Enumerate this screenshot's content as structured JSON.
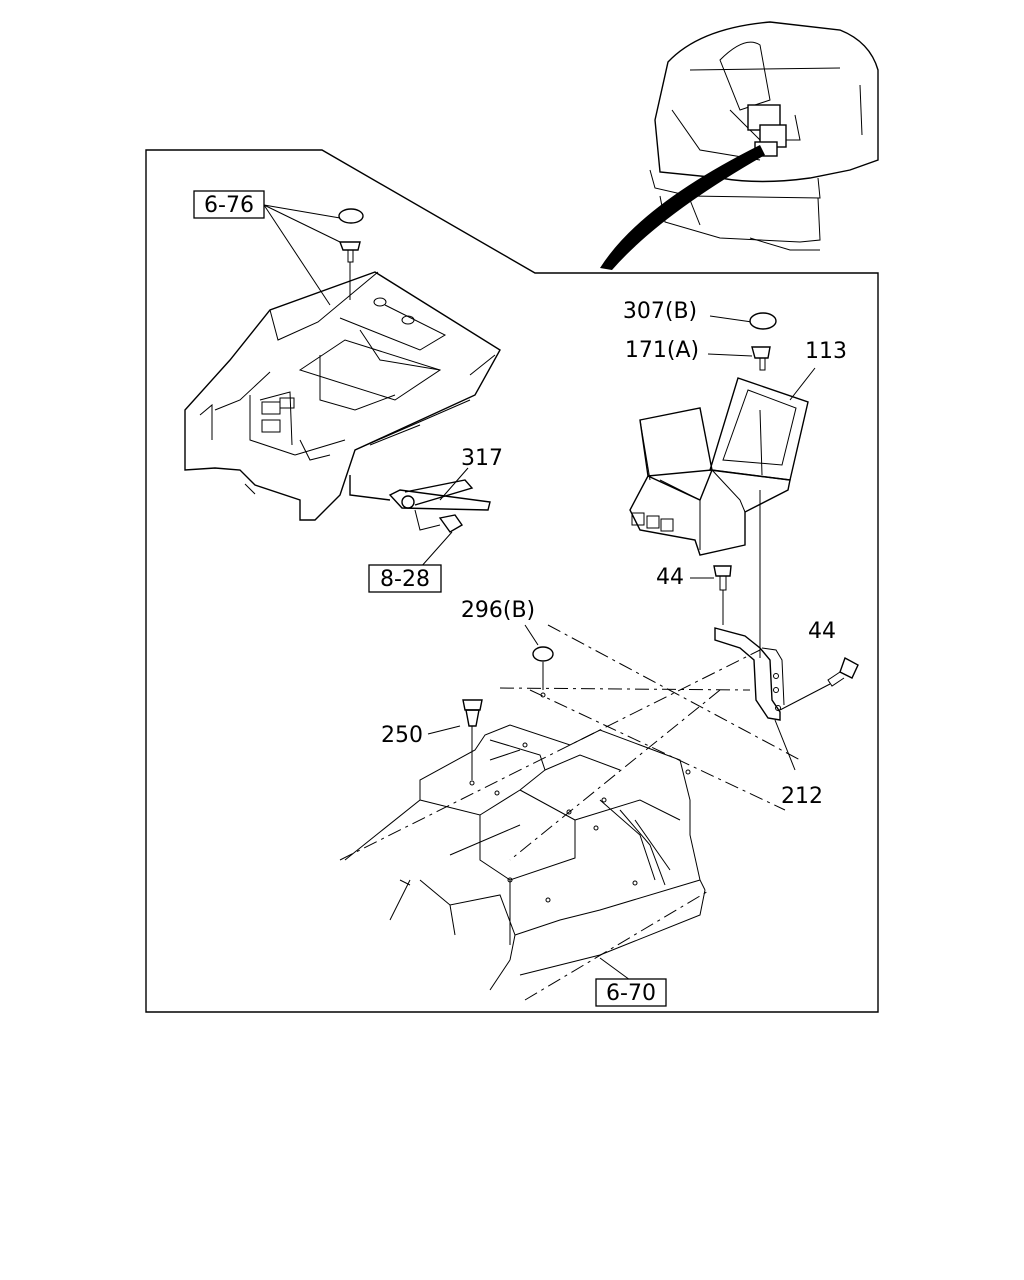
{
  "labels": {
    "ref_6_76": "6-76",
    "ref_8_28": "8-28",
    "ref_6_70": "6-70",
    "p307": "307(B)",
    "p171": "171(A)",
    "p113": "113",
    "p317": "317",
    "p44a": "44",
    "p44b": "44",
    "p296": "296(B)",
    "p250": "250",
    "p212": "212"
  }
}
